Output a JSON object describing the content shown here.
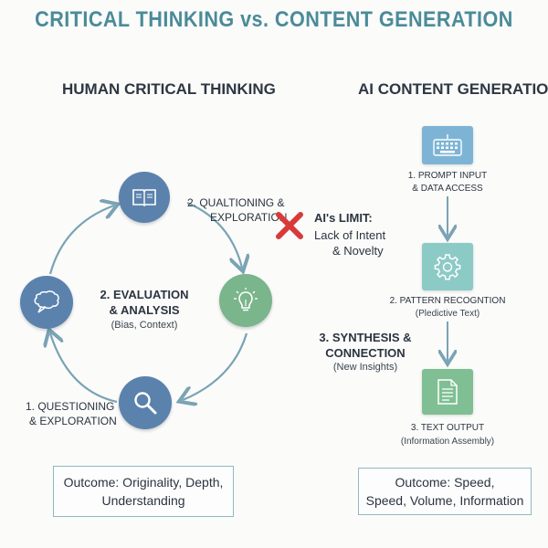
{
  "title": "CRITICAL THINKING vs. CONTENT GENERATION",
  "human": {
    "heading": "HUMAN CRITICAL THINKING",
    "node_top_label_1": "2. QUALTIONING &",
    "node_top_label_2": "EXPLORATION",
    "center_label_1": "2. EVALUATION",
    "center_label_2": "& ANALYSIS",
    "center_label_3": "(Bias, Context)",
    "bottom_label_1": "1. QUESTIONING",
    "bottom_label_2": "& EXPLORATION",
    "synthesis_1": "3. SYNTHESIS &",
    "synthesis_2": "CONNECTION",
    "synthesis_3": "(New Insights)",
    "outcome_1": "Outcome: Originality, Depth,",
    "outcome_2": "Understanding",
    "icons": [
      "book-icon",
      "lightbulb-icon",
      "magnifier-icon",
      "speech-bubble-icon"
    ],
    "node_color": "#5b82ad",
    "node_color_green": "#7ab58c"
  },
  "limit": {
    "title": "AI's LIMIT:",
    "line_1": "Lack of Intent",
    "line_2": "& Novelty",
    "cross_color": "#d83a3a"
  },
  "ai": {
    "heading": "AI CONTENT GENERATION",
    "step1_1": "1. PROMPT INPUT",
    "step1_2": "& DATA ACCESS",
    "step2_1": "2. PATTERN RECOGNTION",
    "step2_2": "(Pledictive Text)",
    "step3_1": "3. TEXT OUTPUT",
    "step3_2": "(Information Assembly)",
    "outcome_1": "Outcome: Speed,",
    "outcome_2": "Speed, Volume, Information",
    "icons": [
      "keyboard-icon",
      "gear-icon",
      "document-icon"
    ]
  },
  "colors": {
    "title": "#4a8b99",
    "arrow": "#7aa3b4",
    "blue_box": "#7db4d6",
    "teal_box": "#8ccac6",
    "green_box": "#7fbf93"
  }
}
